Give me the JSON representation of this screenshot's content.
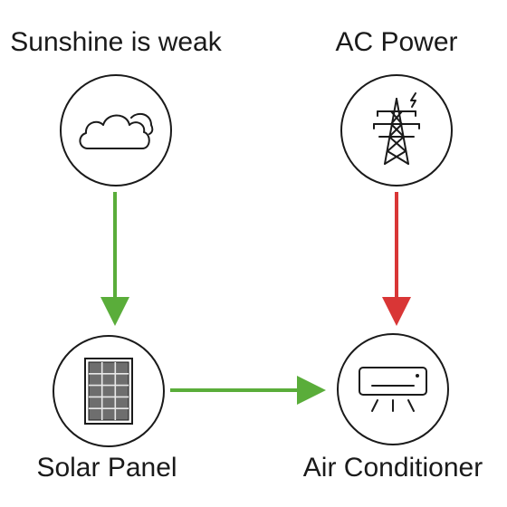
{
  "nodes": {
    "sunshine": {
      "label": "Sunshine is weak",
      "icon": "cloud-icon"
    },
    "ac_power": {
      "label": "AC Power",
      "icon": "power-tower-icon"
    },
    "solar_panel": {
      "label": "Solar Panel",
      "icon": "solar-panel-icon"
    },
    "air_conditioner": {
      "label": "Air Conditioner",
      "icon": "air-conditioner-icon"
    }
  },
  "edges": [
    {
      "from": "sunshine",
      "to": "solar_panel",
      "color": "#5aad3a"
    },
    {
      "from": "solar_panel",
      "to": "air_conditioner",
      "color": "#5aad3a"
    },
    {
      "from": "ac_power",
      "to": "air_conditioner",
      "color": "#d93636"
    }
  ]
}
